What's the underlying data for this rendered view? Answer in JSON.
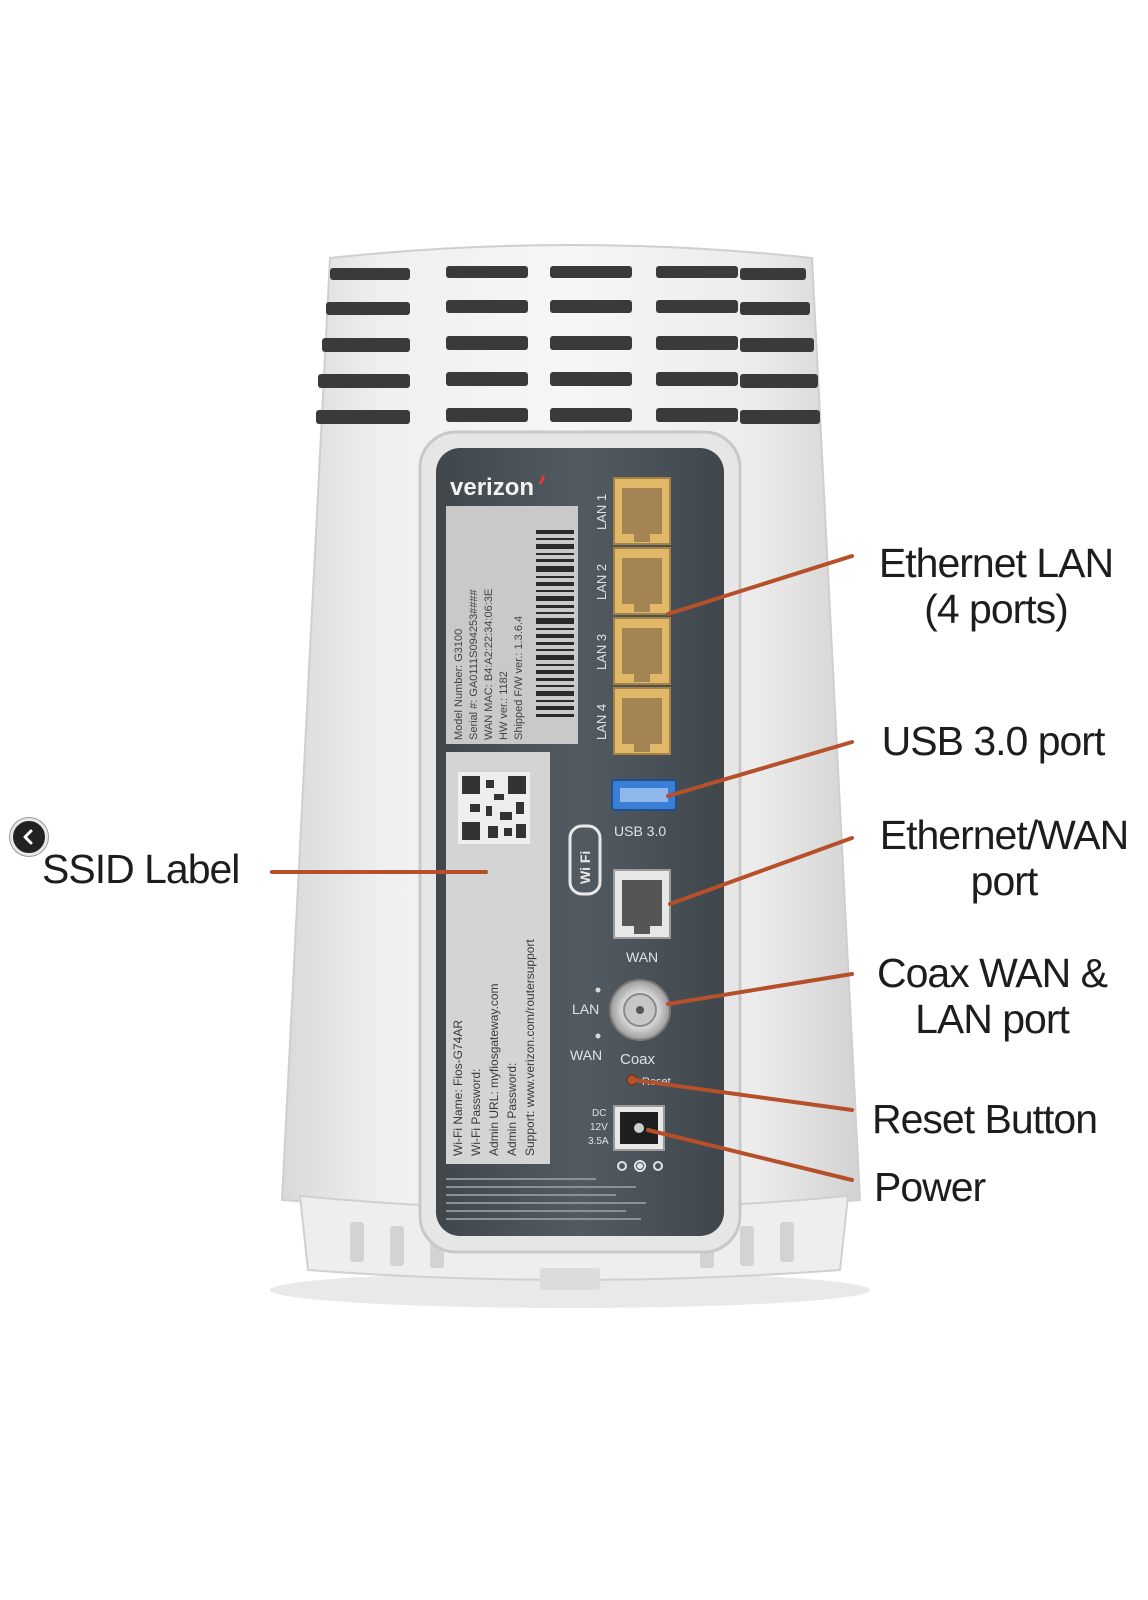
{
  "callouts": {
    "ethernet_lan": {
      "line1": "Ethernet LAN",
      "line2": "(4 ports)"
    },
    "usb": {
      "line1": "USB 3.0 port"
    },
    "ethernet_wan": {
      "line1": "Ethernet/WAN",
      "line2": "port"
    },
    "coax": {
      "line1": "Coax WAN &",
      "line2": "LAN port"
    },
    "reset": {
      "line1": "Reset Button"
    },
    "power": {
      "line1": "Power"
    },
    "ssid": {
      "line1": "SSID Label"
    }
  },
  "device": {
    "brand": "verizon",
    "sticker_lines": [
      "Model Number: G3100",
      "Serial #: GA0111S094253####",
      "WAN MAC: B4:A2:22:34:06:3E",
      "HW ver.: 1182",
      "Shipped F/W ver.: 1.3.6.4"
    ],
    "ssid_label_lines": [
      "Wi-Fi Name:  Fios-G74AR",
      "Wi-Fi Password:",
      "Admin URL:  myfiosgateway.com",
      "Admin Password:",
      "Support: www.verizon.com/routersupport"
    ],
    "lan_ports": [
      "LAN 1",
      "LAN 2",
      "LAN 3",
      "LAN 4"
    ],
    "usb_label": "USB 3.0",
    "wifi_badge": "Wi Fi",
    "wan_label": "WAN",
    "led_lan": "LAN",
    "led_wan": "WAN",
    "coax_label": "Coax",
    "reset_label": "Reset",
    "power_spec": [
      "DC",
      "12V",
      "3.5A"
    ]
  },
  "colors": {
    "leader_line": "#b5502a",
    "port_gold": "#e0b868",
    "usb_blue": "#3a7fd6",
    "panel": "#4c545b"
  }
}
